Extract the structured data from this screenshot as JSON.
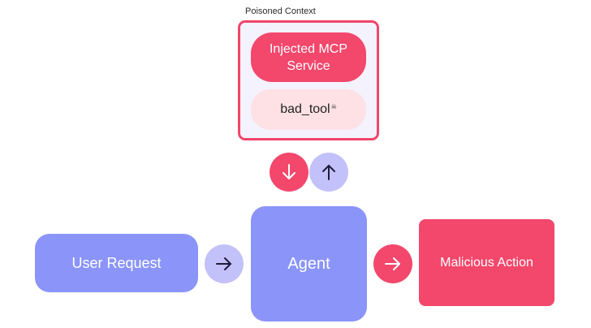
{
  "context": {
    "label": "Poisoned Context",
    "service_label": "Injected MCP Service",
    "tool_label": "bad_tool",
    "tool_mark": "☠"
  },
  "nodes": {
    "user_request": "User Request",
    "agent": "Agent",
    "malicious_action": "Malicious Action"
  },
  "arrows": {
    "down_icon": "arrow-down-icon",
    "up_icon": "arrow-up-icon",
    "right_icon": "arrow-right-icon"
  },
  "colors": {
    "pink": "#f3476c",
    "light_pink": "#fde1e5",
    "lavender": "#c3c1fa",
    "periwinkle": "#8a94f9",
    "context_bg": "#f3f2fd"
  }
}
